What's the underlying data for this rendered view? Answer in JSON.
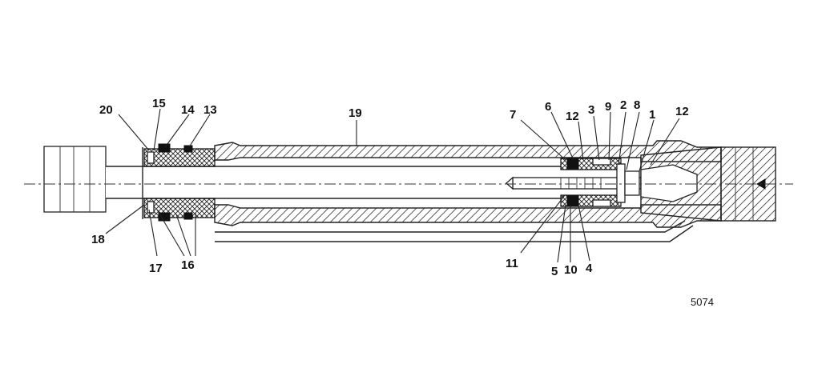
{
  "diagram": {
    "figure_number": "5074",
    "callouts": [
      "1",
      "2",
      "3",
      "4",
      "5",
      "6",
      "7",
      "8",
      "9",
      "10",
      "11",
      "12",
      "13",
      "14",
      "15",
      "16",
      "17",
      "18",
      "19",
      "20"
    ]
  }
}
